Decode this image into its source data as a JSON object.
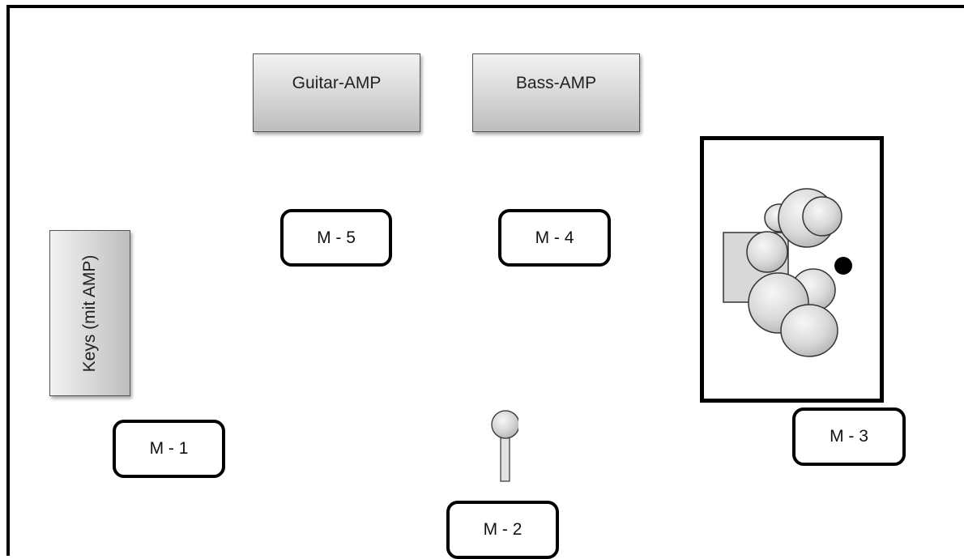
{
  "amps": {
    "guitar": "Guitar-AMP",
    "bass": "Bass-AMP",
    "keys": "Keys (mit AMP)"
  },
  "monitors": {
    "m1": "M - 1",
    "m2": "M - 2",
    "m3": "M - 3",
    "m4": "M - 4",
    "m5": "M - 5"
  }
}
